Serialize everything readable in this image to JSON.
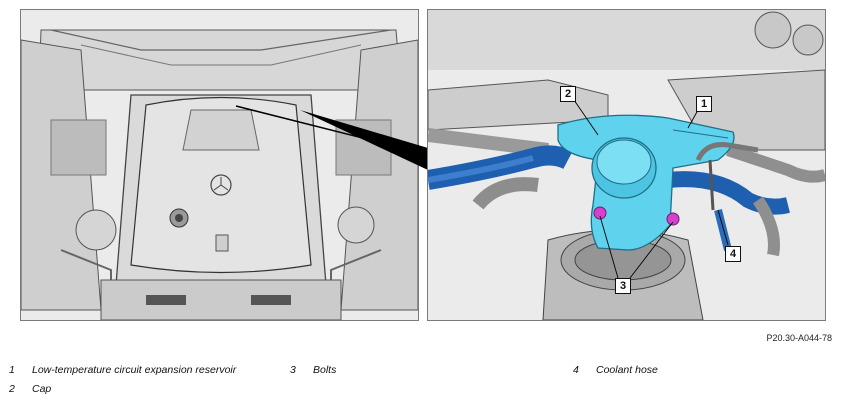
{
  "figure_code": "P20.30-A044-78",
  "callouts": {
    "reservoir": "1",
    "cap": "2",
    "bolts": "3",
    "hose": "4"
  },
  "legend": [
    {
      "num": "1",
      "text": "Low-temperature circuit expansion reservoir"
    },
    {
      "num": "2",
      "text": "Cap"
    },
    {
      "num": "3",
      "text": "Bolts"
    },
    {
      "num": "4",
      "text": "Coolant hose"
    }
  ],
  "colors": {
    "reservoir": "#5fd3ee",
    "hose": "#1e5fb0",
    "bolts": "#d63fd0",
    "panel_bg": "#ebebeb",
    "line": "#4a4a4a"
  }
}
